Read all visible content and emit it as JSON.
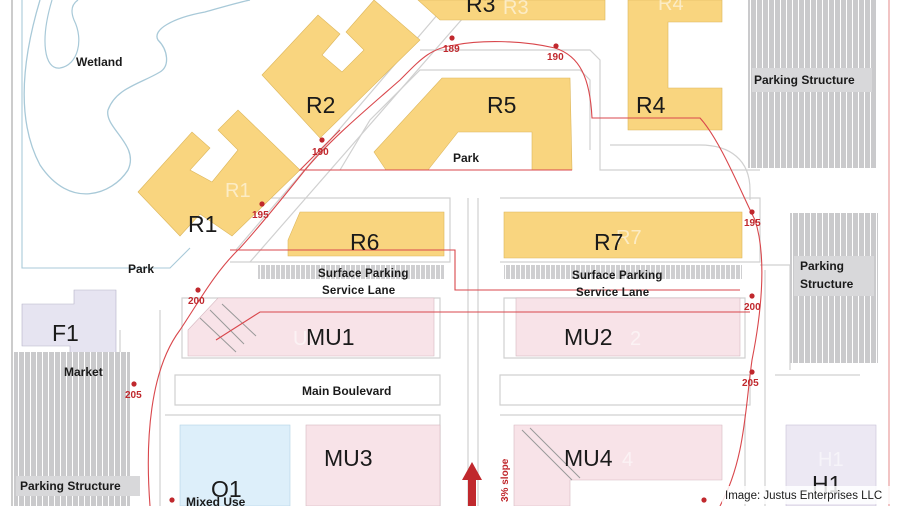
{
  "map": {
    "areas": {
      "wetland": "Wetland",
      "park_west": "Park",
      "park_center": "Park",
      "market": "Market",
      "parking_structure_ne": "Parking Structure",
      "parking_structure_e": "Parking Structure",
      "parking_structure_sw": "Parking Structure",
      "main_boulevard": "Main Boulevard",
      "surface_parking_west": "Surface Parking",
      "service_lane_west": "Service Lane",
      "surface_parking_east": "Surface Parking",
      "service_lane_east": "Service Lane",
      "mixed_use": "Mixed Use",
      "slope": "3% slope"
    },
    "buildings": {
      "r1": "R1",
      "r2": "R2",
      "r3": "R3",
      "r4": "R4",
      "r5": "R5",
      "r6": "R6",
      "r7": "R7",
      "f1": "F1",
      "mu1": "MU1",
      "mu2": "MU2",
      "mu3": "MU3",
      "mu4": "MU4",
      "o1": "O1",
      "h1": "H1"
    },
    "ghost_labels": {
      "r1": "R1",
      "r3": "R3",
      "r4": "R4",
      "r7": "R7",
      "mu1": "U1",
      "mu2": "2",
      "mu4": "4",
      "h1": "H1"
    },
    "elevations": {
      "e189": "189",
      "e190a": "190",
      "e190b": "190",
      "e195a": "195",
      "e195b": "195",
      "e200a": "200",
      "e200b": "200",
      "e205a": "205",
      "e205b": "205"
    },
    "credit": "Image: Justus Enterprises LLC",
    "colors": {
      "residential": "#f9d57f",
      "mixed_use": "#f8e3e8",
      "office": "#ddeffa",
      "hotel": "#ece8f3",
      "civic": "#e6e4f1",
      "parking": "#c9c9cb",
      "route": "#d9474c",
      "water_outline": "#a8c9d8"
    }
  }
}
